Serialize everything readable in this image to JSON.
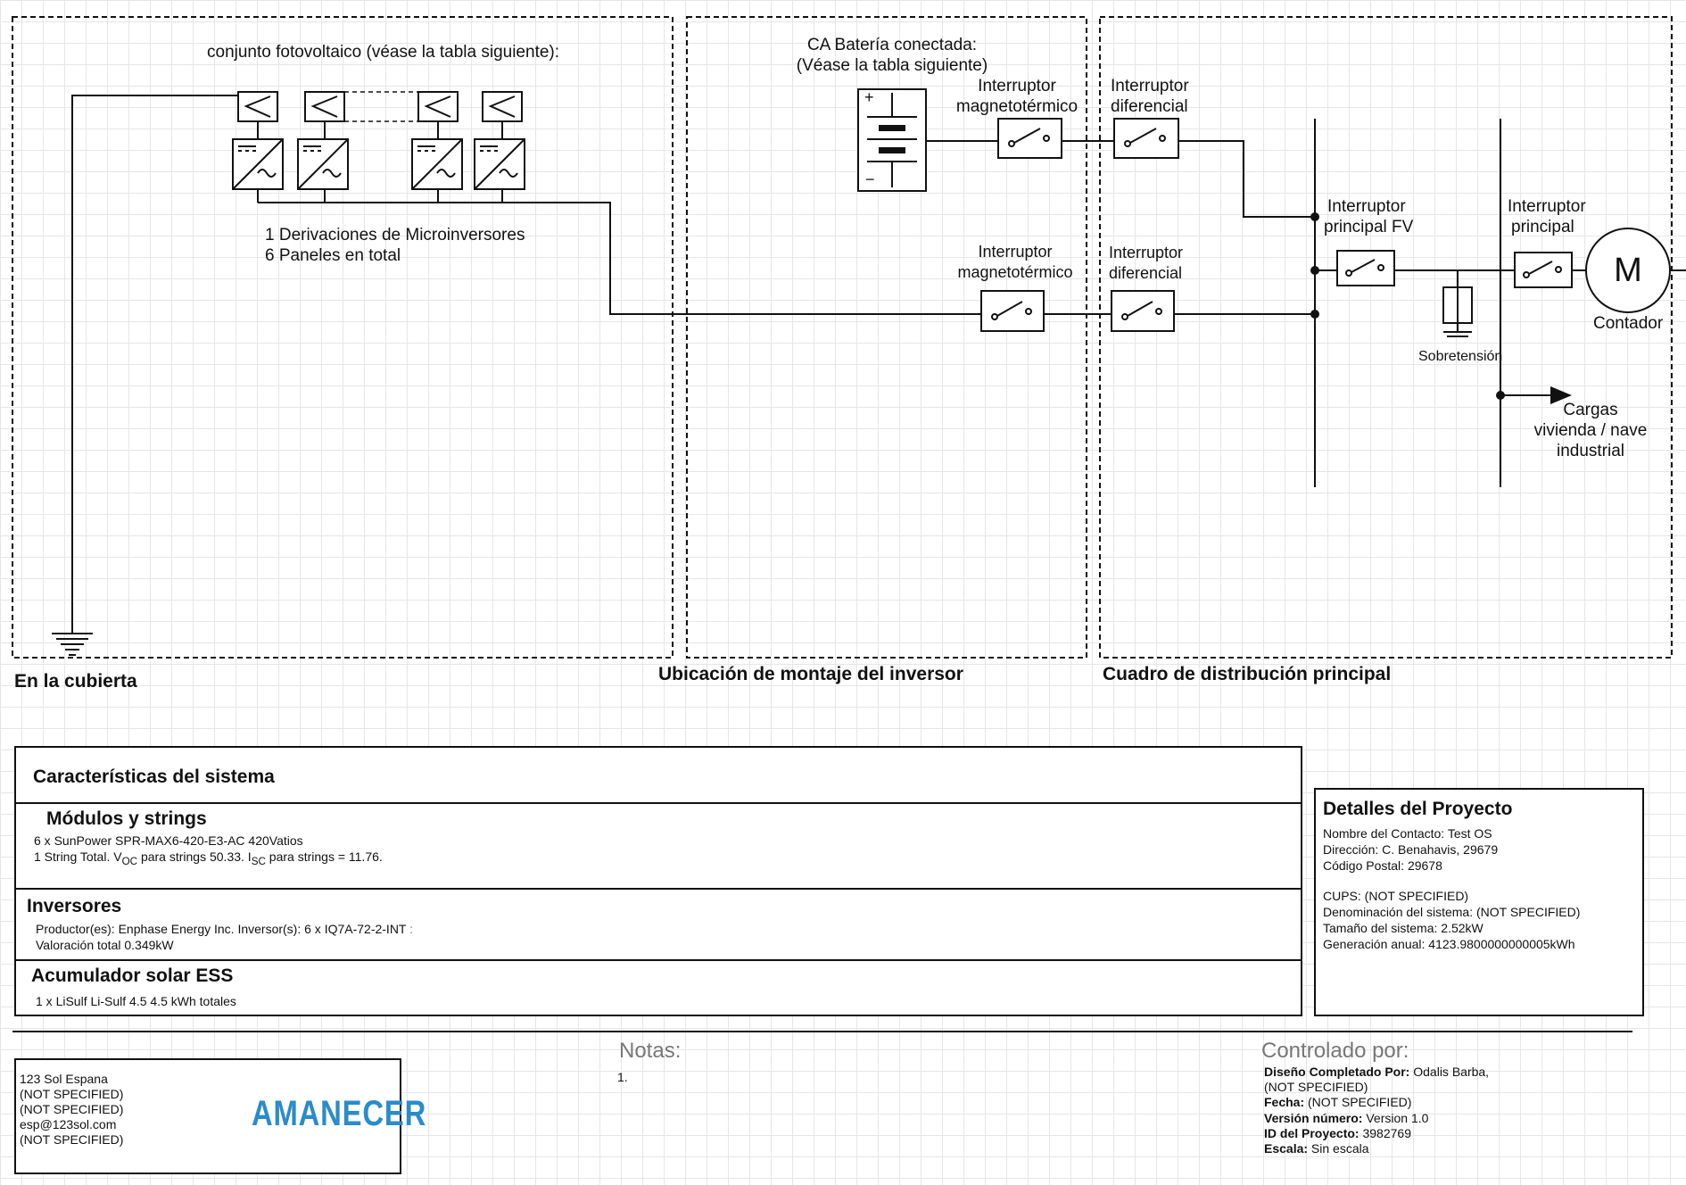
{
  "zones": {
    "roof": "En la cubierta",
    "inverter": "Ubicación de montaje del inversor",
    "distribution": "Cuadro de distribución principal"
  },
  "pv": {
    "array_title": "conjunto fotovoltaico (véase la tabla siguiente):",
    "branch_line1": "1 Derivaciones de Microinversores",
    "branch_line2": "6 Paneles en total"
  },
  "battery": {
    "title_line1": "CA Batería conectada:",
    "title_line2": "(Véase la tabla siguiente)",
    "plus": "+",
    "minus": "−"
  },
  "breakers": {
    "mcb_top_l1": "Interruptor",
    "mcb_top_l2": "magnetotérmico",
    "rcd_top_l1": "Interruptor",
    "rcd_top_l2": "diferencial",
    "mcb_bot_l1": "Interruptor",
    "mcb_bot_l2": "magnetotérmico",
    "rcd_bot_l1": "Interruptor",
    "rcd_bot_l2": "diferencial",
    "pv_main_l1": "Interruptor",
    "pv_main_l2": "principal FV",
    "main_l1": "Interruptor",
    "main_l2": "principal",
    "surge": "Sobretensión",
    "meter_symbol": "M",
    "meter": "Contador",
    "loads_l1": "Cargas",
    "loads_l2": "vivienda / nave",
    "loads_l3": "industrial"
  },
  "system": {
    "title": "Características del sistema",
    "modules_title": "Módulos y strings",
    "modules_line1": "6 x SunPower SPR-MAX6-420-E3-AC 420Vatios",
    "modules_l2_a": "1 String Total. V",
    "modules_l2_sub1": "OC",
    "modules_l2_b": " para strings 50.33. I",
    "modules_l2_sub2": "SC",
    "modules_l2_c": " para strings = 11.76.",
    "inverters_title": "Inversores",
    "inverters_line1": "Productor(es): Enphase Energy Inc. Inversor(s): 6 x IQ7A-72-2-INT",
    "inverters_colon": " :",
    "inverters_line2": "Valoración total 0.349kW",
    "ess_title": "Acumulador solar ESS",
    "ess_line1": "1 x LiSulf Li-Sulf 4.5 4.5 kWh totales"
  },
  "project": {
    "title": "Detalles del Proyecto",
    "contact": "Nombre del Contacto: Test OS",
    "address": "Dirección: C. Benahavis, 29679",
    "postal": "Código Postal: 29678",
    "cups": "CUPS: (NOT SPECIFIED)",
    "name": "Denominación del sistema: (NOT SPECIFIED)",
    "size": "Tamaño del sistema: 2.52kW",
    "generation": "Generación anual: 4123.9800000000005kWh"
  },
  "company": {
    "name": "123 Sol Espana",
    "line2": "(NOT SPECIFIED)",
    "line3": "(NOT SPECIFIED)",
    "email": "esp@123sol.com",
    "line5": "(NOT SPECIFIED)",
    "logo_text": "AMANECER"
  },
  "notes": {
    "title": "Notas:",
    "item1": "1."
  },
  "control": {
    "title": "Controlado por:",
    "designer_label": "Diseño Completado Por:",
    "designer_value": " Odalis Barba,",
    "designer_value2": "(NOT SPECIFIED)",
    "date_label": "Fecha:",
    "date_value": " (NOT SPECIFIED)",
    "version_label": "Versión número:",
    "version_value": " Version 1.0",
    "project_id_label": "ID del Proyecto:",
    "project_id_value": " 3982769",
    "scale_label": "Escala:",
    "scale_value": " Sin escala"
  },
  "colors": {
    "logo_blue": "#3a9fd8",
    "logo_orange": "#f0a030",
    "logo_text": "#2a8cc8"
  }
}
